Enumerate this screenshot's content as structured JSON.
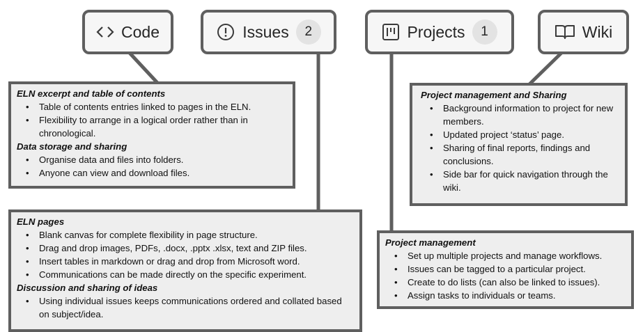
{
  "tabs": {
    "code": {
      "label": "Code",
      "icon": "code-icon"
    },
    "issues": {
      "label": "Issues",
      "count": "2",
      "icon": "issue-circle-icon"
    },
    "projects": {
      "label": "Projects",
      "count": "1",
      "icon": "project-board-icon"
    },
    "wiki": {
      "label": "Wiki",
      "icon": "book-icon"
    }
  },
  "panels": {
    "code": {
      "sections": [
        {
          "title": "ELN excerpt and table of contents",
          "items": [
            "Table of contents entries linked to pages in the ELN.",
            "Flexibility to arrange in a logical order rather than in chronological."
          ]
        },
        {
          "title": "Data storage and sharing",
          "items": [
            "Organise data and files into folders.",
            "Anyone can view and download files."
          ]
        }
      ]
    },
    "issues": {
      "sections": [
        {
          "title": "ELN pages",
          "items": [
            "Blank canvas for complete flexibility in page structure.",
            "Drag and drop images, PDFs, .docx, .pptx .xlsx, text and ZIP files.",
            "Insert tables in markdown or drag and drop from Microsoft word.",
            "Communications can be made directly on the specific experiment."
          ]
        },
        {
          "title": "Discussion and sharing of ideas",
          "items": [
            "Using individual issues keeps communications ordered and collated based on subject/idea."
          ]
        }
      ]
    },
    "wiki": {
      "sections": [
        {
          "title": "Project management and Sharing",
          "items": [
            "Background information to project for new members.",
            "Updated project ‘status’ page.",
            "Sharing of final reports, findings and conclusions.",
            "Side bar for quick navigation through the wiki."
          ]
        }
      ]
    },
    "projects": {
      "sections": [
        {
          "title": "Project management",
          "items": [
            "Set up multiple projects and manage workflows.",
            "Issues can be tagged to a particular project.",
            "Create to do lists (can also be linked to issues).",
            "Assign tasks to individuals or teams."
          ]
        }
      ]
    }
  }
}
